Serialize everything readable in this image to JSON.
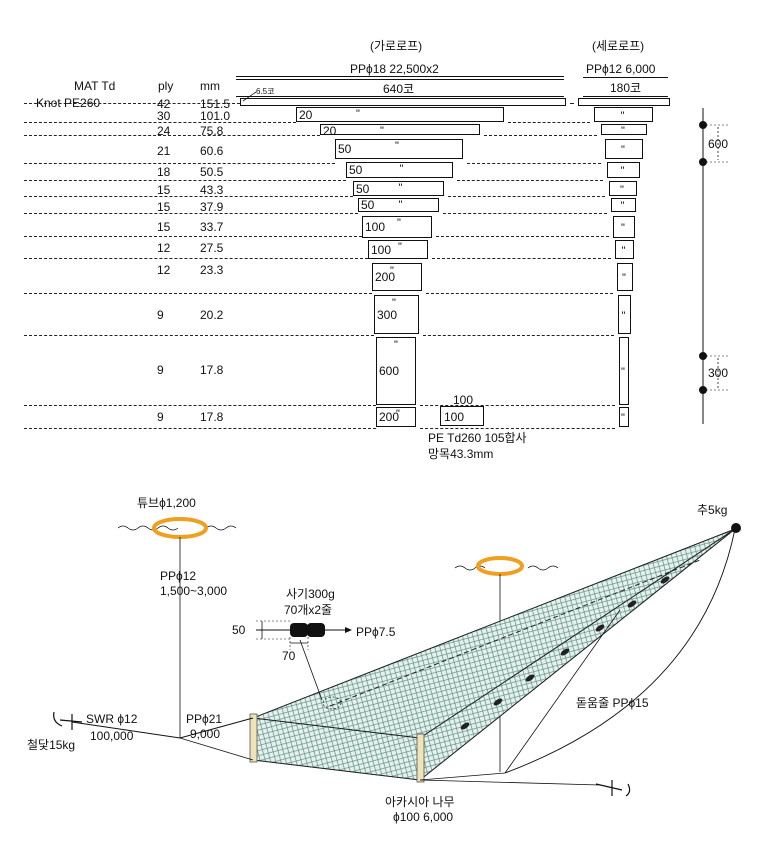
{
  "header": {
    "garo_rope": "(가로로프)",
    "sero_rope": "(세로로프)",
    "pp18": "PPϕ18    22,500x2",
    "pp12": "PPϕ12    6,000",
    "mesh640": "640코",
    "mesh180": "180코",
    "col_mat": "MAT  Td",
    "col_ply": "ply",
    "col_mm": "mm",
    "knot": "Knot   PE260",
    "arrow_label": "6.5코",
    "ditto": "\""
  },
  "rows": [
    {
      "ply": "42",
      "mm": "151.5",
      "count": ""
    },
    {
      "ply": "30",
      "mm": "101.0",
      "count": "20"
    },
    {
      "ply": "24",
      "mm": "75.8",
      "count": "20"
    },
    {
      "ply": "21",
      "mm": "60.6",
      "count": "50"
    },
    {
      "ply": "18",
      "mm": "50.5",
      "count": "50"
    },
    {
      "ply": "15",
      "mm": "43.3",
      "count": "50"
    },
    {
      "ply": "15",
      "mm": "37.9",
      "count": "50"
    },
    {
      "ply": "15",
      "mm": "33.7",
      "count": "100"
    },
    {
      "ply": "12",
      "mm": "27.5",
      "count": "100"
    },
    {
      "ply": "12",
      "mm": "23.3",
      "count": "200"
    },
    {
      "ply": "9",
      "mm": "20.2",
      "count": "300"
    },
    {
      "ply": "9",
      "mm": "17.8",
      "count": "600"
    },
    {
      "ply": "9",
      "mm": "17.8",
      "count": "200"
    }
  ],
  "side_box": {
    "top": "100",
    "inner": "100",
    "material": "PE Td260 105합사",
    "mesh": "망목43.3mm"
  },
  "dims": {
    "d600": "600",
    "d300": "300"
  },
  "illustration": {
    "tube": "튜브ϕ1,200",
    "pp12_line1": "PPϕ12",
    "pp12_line2": "1,500~3,000",
    "weight": "추5kg",
    "sinker": "사기300g",
    "sinker_count": "70개x2줄",
    "pp75": "PPϕ7.5",
    "dim50": "50",
    "dim70": "70",
    "swr": "SWR ϕ12",
    "swr_len": "100,000",
    "pp21": "PPϕ21",
    "pp21_len": "9,000",
    "anchor": "철닻15kg",
    "helper_rope": "돋움줄 PPϕ15",
    "acacia": "아카시아 나무",
    "acacia_dim": "ϕ100    6,000"
  },
  "colors": {
    "net": "#5b8f84",
    "net_fill": "#e6f1ee",
    "float": "#f0a020",
    "pole": "#efe3b8"
  }
}
